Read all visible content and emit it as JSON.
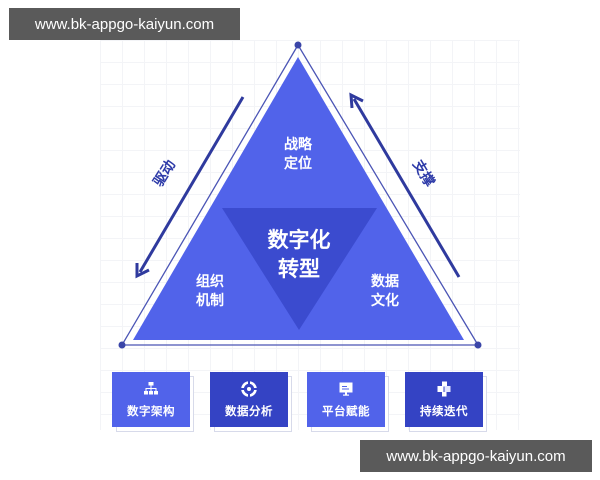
{
  "watermark_top": "www.bk-appgo-kaiyun.com",
  "watermark_bottom": "www.bk-appgo-kaiyun.com",
  "colors": {
    "triangle_fill": "#5163ea",
    "inner_triangle_fill": "#3b4bcf",
    "outline": "#4b55b5",
    "arrow": "#2f3a9e",
    "box_light": "#5163ea",
    "box_dark": "#3443c4"
  },
  "diagram": {
    "center_label": "数字化\n转型",
    "top_label": "战略\n定位",
    "bottom_left_label": "组织\n机制",
    "bottom_right_label": "数据\n文化",
    "left_arrow_label": "驱动",
    "right_arrow_label": "支撑"
  },
  "boxes": [
    {
      "label": "数字架构",
      "icon": "org-chart-icon",
      "tone": "light"
    },
    {
      "label": "数据分析",
      "icon": "target-icon",
      "tone": "dark"
    },
    {
      "label": "平台赋能",
      "icon": "monitor-icon",
      "tone": "light"
    },
    {
      "label": "持续迭代",
      "icon": "blocks-icon",
      "tone": "dark"
    }
  ]
}
